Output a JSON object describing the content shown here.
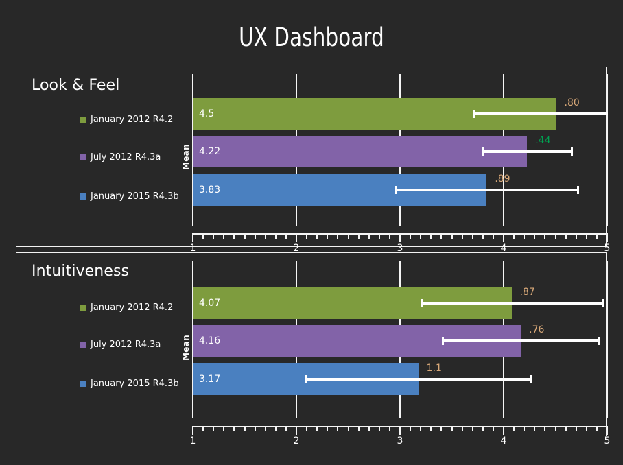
{
  "title": "UX Dashboard",
  "theme": {
    "background": "#282828",
    "foreground": "#ffffff",
    "border": "#f2f2f2",
    "err_label_tan": "#d8a878",
    "err_label_green": "#00a050"
  },
  "series_colors": [
    "#7e9c3e",
    "#8263a8",
    "#4a80c0"
  ],
  "axis": {
    "label": "Mean",
    "ticks": [
      "1",
      "2",
      "3",
      "4",
      "5"
    ],
    "min": 1,
    "max": 5
  },
  "panels": [
    {
      "id": "look",
      "title": "Look & Feel",
      "legend": [
        {
          "label": "January 2012 R4.2",
          "color": "#7e9c3e"
        },
        {
          "label": "July 2012 R4.3a",
          "color": "#8263a8"
        },
        {
          "label": "January 2015 R4.3b",
          "color": "#4a80c0"
        }
      ]
    },
    {
      "id": "intu",
      "title": "Intuitiveness",
      "legend": [
        {
          "label": "January 2012 R4.2",
          "color": "#7e9c3e"
        },
        {
          "label": "July 2012 R4.3a",
          "color": "#8263a8"
        },
        {
          "label": "January 2015 R4.3b",
          "color": "#4a80c0"
        }
      ]
    }
  ],
  "chart_data": [
    {
      "type": "bar",
      "title": "Look & Feel",
      "xlabel": "",
      "ylabel": "Mean",
      "xlim": [
        1,
        5
      ],
      "orientation": "horizontal",
      "grid": true,
      "legend_position": "left",
      "categories": [
        "January 2012 R4.2",
        "July 2012 R4.3a",
        "January 2015 R4.3b"
      ],
      "values": [
        4.5,
        4.22,
        3.83
      ],
      "value_labels": [
        "4.5",
        "4.22",
        "3.83"
      ],
      "error_labels": [
        ".80",
        ".44",
        ".89"
      ],
      "error_label_colors": [
        "#d8a878",
        "#00a050",
        "#d8a878"
      ],
      "error_low": [
        3.7,
        3.78,
        2.94
      ],
      "error_high": [
        5.0,
        4.66,
        4.72
      ],
      "error_high_clipped": [
        true,
        false,
        false
      ],
      "colors": [
        "#7e9c3e",
        "#8263a8",
        "#4a80c0"
      ]
    },
    {
      "type": "bar",
      "title": "Intuitiveness",
      "xlabel": "",
      "ylabel": "Mean",
      "xlim": [
        1,
        5
      ],
      "orientation": "horizontal",
      "grid": true,
      "legend_position": "left",
      "categories": [
        "January 2012 R4.2",
        "July 2012 R4.3a",
        "January 2015 R4.3b"
      ],
      "values": [
        4.07,
        4.16,
        3.17
      ],
      "value_labels": [
        "4.07",
        "4.16",
        "3.17"
      ],
      "error_labels": [
        ".87",
        ".76",
        "1.1"
      ],
      "error_label_colors": [
        "#d8a878",
        "#d8a878",
        "#d8a878"
      ],
      "error_low": [
        3.2,
        3.4,
        2.08
      ],
      "error_high": [
        4.96,
        4.93,
        4.27
      ],
      "error_high_clipped": [
        false,
        false,
        false
      ],
      "colors": [
        "#7e9c3e",
        "#8263a8",
        "#4a80c0"
      ]
    }
  ]
}
